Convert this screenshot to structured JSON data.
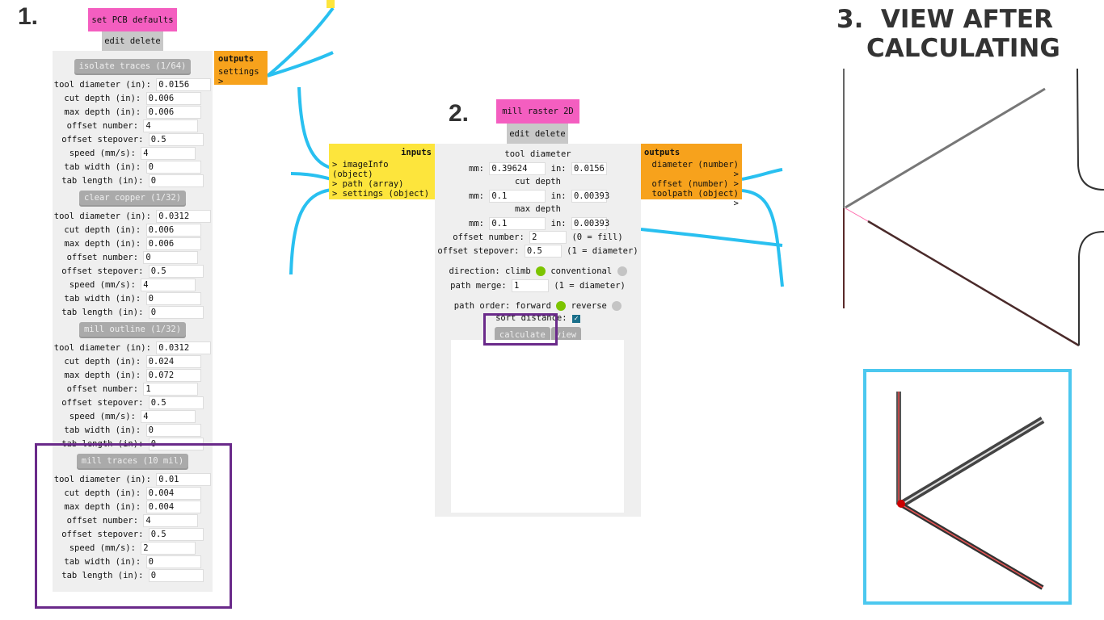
{
  "step1": {
    "label": "1.",
    "title": "set PCB defaults",
    "edit_delete": "edit delete",
    "outputs": {
      "title": "outputs",
      "items": [
        "settings >"
      ]
    },
    "sections": [
      {
        "name": "isolate traces (1/64)",
        "fields": [
          [
            "tool diameter (in):",
            "0.0156"
          ],
          [
            "cut depth (in):",
            "0.006"
          ],
          [
            "max depth (in):",
            "0.006"
          ],
          [
            "offset number:",
            "4"
          ],
          [
            "offset stepover:",
            "0.5"
          ],
          [
            "speed (mm/s):",
            "4"
          ],
          [
            "tab width (in):",
            "0"
          ],
          [
            "tab length (in):",
            "0"
          ]
        ]
      },
      {
        "name": "clear copper (1/32)",
        "fields": [
          [
            "tool diameter (in):",
            "0.0312"
          ],
          [
            "cut depth (in):",
            "0.006"
          ],
          [
            "max depth (in):",
            "0.006"
          ],
          [
            "offset number:",
            "0"
          ],
          [
            "offset stepover:",
            "0.5"
          ],
          [
            "speed (mm/s):",
            "4"
          ],
          [
            "tab width (in):",
            "0"
          ],
          [
            "tab length (in):",
            "0"
          ]
        ]
      },
      {
        "name": "mill outline (1/32)",
        "fields": [
          [
            "tool diameter (in):",
            "0.0312"
          ],
          [
            "cut depth (in):",
            "0.024"
          ],
          [
            "max depth (in):",
            "0.072"
          ],
          [
            "offset number:",
            "1"
          ],
          [
            "offset stepover:",
            "0.5"
          ],
          [
            "speed (mm/s):",
            "4"
          ],
          [
            "tab width (in):",
            "0"
          ],
          [
            "tab length (in):",
            "0"
          ]
        ]
      },
      {
        "name": "mill traces (10 mil)",
        "fields": [
          [
            "tool diameter (in):",
            "0.01"
          ],
          [
            "cut depth (in):",
            "0.004"
          ],
          [
            "max depth (in):",
            "0.004"
          ],
          [
            "offset number:",
            "4"
          ],
          [
            "offset stepover:",
            "0.5"
          ],
          [
            "speed (mm/s):",
            "2"
          ],
          [
            "tab width (in):",
            "0"
          ],
          [
            "tab length (in):",
            "0"
          ]
        ]
      }
    ]
  },
  "step2": {
    "label": "2.",
    "title": "mill raster 2D",
    "edit_delete": "edit delete",
    "inputs": {
      "title": "inputs",
      "items": [
        "> imageInfo (object)",
        "> path (array)",
        "> settings (object)"
      ]
    },
    "outputs": {
      "title": "outputs",
      "items": [
        "diameter (number) >",
        "offset (number) >",
        "toolpath (object) >"
      ]
    },
    "tool_diameter": {
      "label": "tool diameter",
      "mm": "0.39624",
      "in": "0.0156"
    },
    "cut_depth": {
      "label": "cut depth",
      "mm": "0.1",
      "in": "0.00393"
    },
    "max_depth": {
      "label": "max depth",
      "mm": "0.1",
      "in": "0.00393"
    },
    "mm_label": "mm:",
    "in_label": "in:",
    "offset_number": {
      "label": "offset number:",
      "value": "2",
      "hint": "(0 = fill)"
    },
    "offset_stepover": {
      "label": "offset stepover:",
      "value": "0.5",
      "hint": "(1 = diameter)"
    },
    "direction": {
      "label": "direction:",
      "climb": "climb",
      "conventional": "conventional"
    },
    "path_merge": {
      "label": "path merge:",
      "value": "1",
      "hint": "(1 = diameter)"
    },
    "path_order": {
      "label": "path order:",
      "forward": "forward",
      "reverse": "reverse"
    },
    "sort_distance": {
      "label": "sort distance:",
      "checked": true
    },
    "calculate": "calculate",
    "view": "view"
  },
  "step3": {
    "label_line1": "3.  VIEW AFTER",
    "label_line2": "CALCULATING"
  },
  "colors": {
    "pink": "#f45ec0",
    "orange": "#f7a21c",
    "yellow": "#fde53c",
    "wire": "#29c0f0",
    "highlight": "#6a2a8a",
    "zoom_frame": "#4cc8ef",
    "active_radio": "#7cc400"
  }
}
